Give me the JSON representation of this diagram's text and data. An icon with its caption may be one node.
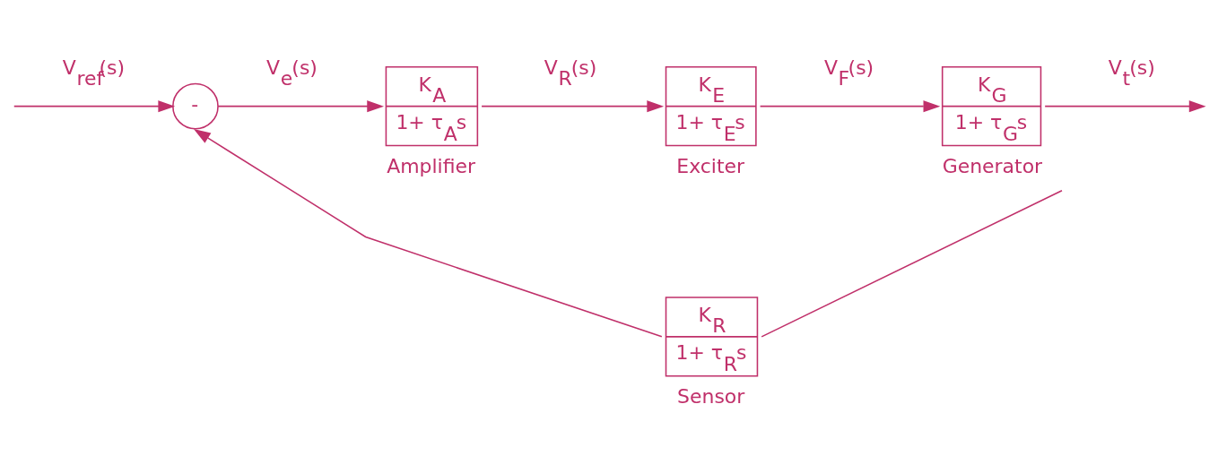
{
  "diagram": {
    "nodes": [
      {
        "text": [
          "-"
        ]
      },
      {
        "text": [
          "K$_{A}$",
          "1+ τ$_{A}$s"
        ],
        "beside": [
          "Amplifier"
        ]
      },
      {
        "text": [
          "K$_{E}$",
          "1+ τ$_{E}$s"
        ],
        "beside": [
          "Exciter"
        ]
      },
      {
        "text": [
          "K$_{G}$",
          "1+ τ$_{G}$s"
        ],
        "beside": [
          "Generator"
        ]
      },
      {
        "text": [
          "K$_{R}$",
          "1+ τ$_{R}$s"
        ],
        "beside": [
          "Sensor"
        ]
      }
    ],
    "edges": [
      {
        "from": null,
        "to": 0,
        "arrow": "to",
        "label": "V$_{ref}$(s)"
      },
      {
        "from": 0,
        "to": 1,
        "arrow": "to",
        "label": "V$_{e}$(s)"
      },
      {
        "from": 1,
        "to": 2,
        "arrow": "to",
        "label": "V$_{R}$(s)"
      },
      {
        "from": 2,
        "to": 3,
        "arrow": "to",
        "label": "V$_{F}$(s)"
      },
      {
        "from": 3,
        "to": null,
        "arrow": "to",
        "label": "V$_{t}$(s)"
      },
      {
        "from": 3,
        "to": 4,
        "arrow": "none"
      },
      {
        "from": 4,
        "to": 0,
        "arrow": "to"
      }
    ]
  }
}
